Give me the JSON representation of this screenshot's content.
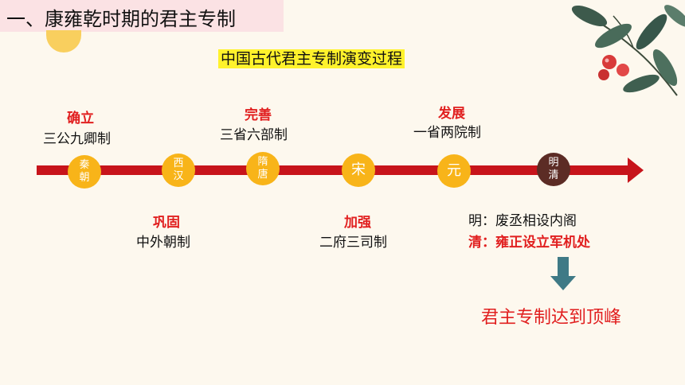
{
  "title": "一、康雍乾时期的君主专制",
  "subtitle": "中国古代君主专制演变过程",
  "nodes": [
    {
      "line1": "秦",
      "line2": "朝"
    },
    {
      "line1": "西",
      "line2": "汉"
    },
    {
      "line1": "隋",
      "line2": "唐"
    },
    {
      "line1": "宋"
    },
    {
      "line1": "元"
    },
    {
      "line1": "明",
      "line2": "清"
    }
  ],
  "above_labels": [
    {
      "stage": "确立",
      "system": "三公九卿制"
    },
    {
      "stage": "完善",
      "system": "三省六部制"
    },
    {
      "stage": "发展",
      "system": "一省两院制"
    }
  ],
  "below_labels": [
    {
      "stage": "巩固",
      "system": "中外朝制"
    },
    {
      "stage": "加强",
      "system": "二府三司制"
    }
  ],
  "ming_note": "明：废丞相设内阁",
  "qing_note": "清：雍正设立军机处",
  "conclusion": "君主专制达到顶峰",
  "colors": {
    "arrow": "#c7141b",
    "node_gold": "#f8b419",
    "node_dark": "#5c2c25",
    "accent_red": "#e11f1f",
    "title_bg": "#fbe2e4",
    "highlight": "#fff22c",
    "down_arrow": "#3f7a86"
  }
}
